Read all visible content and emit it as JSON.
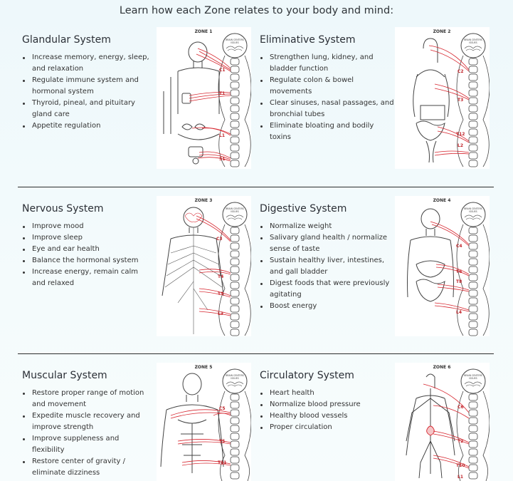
{
  "intro": "Learn how each Zone relates to your body and mind:",
  "colors": {
    "nerve": "#d6252e",
    "outline": "#444444",
    "separator": "#2d2d2d"
  },
  "brain_label": [
    "BRAIN CENTERS",
    "ISSUES"
  ],
  "zones": [
    {
      "title": "Glandular System",
      "zone_label": "ZONE 1",
      "benefits": [
        "Increase memory, energy, sleep, and relaxation",
        "Regulate immune system and hormonal system",
        "Thyroid, pineal, and pituitary gland care",
        "Appetite regulation"
      ],
      "vertebrae": [
        "C1",
        "T1",
        "L1",
        "S1"
      ]
    },
    {
      "title": "Eliminative System",
      "zone_label": "ZONE 2",
      "benefits": [
        "Strengthen lung, kidney, and bladder function",
        "Regulate colon & bowel movements",
        "Clear sinuses, nasal passages, and bronchial tubes",
        "Eliminate bloating and bodily toxins"
      ],
      "vertebrae": [
        "C2",
        "T3",
        "T12",
        "L2"
      ]
    },
    {
      "title": "Nervous System",
      "zone_label": "ZONE 3",
      "benefits": [
        "Improve mood",
        "Improve sleep",
        "Eye and ear health",
        "Balance the hormonal system",
        "Increase energy, remain calm and relaxed"
      ],
      "vertebrae": [
        "C3",
        "T4",
        "T9",
        "L3"
      ]
    },
    {
      "title": "Digestive System",
      "zone_label": "ZONE 4",
      "benefits": [
        "Normalize weight",
        "Salivary gland health / normalize sense of taste",
        "Sustain healthy liver, intestines, and gall bladder",
        "Digest foods that were previously agitating",
        "Boost energy"
      ],
      "vertebrae": [
        "C4",
        "T6",
        "T8",
        "L4"
      ]
    },
    {
      "title": "Muscular System",
      "zone_label": "ZONE 5",
      "benefits": [
        "Restore proper range of motion and movement",
        "Expedite muscle recovery and improve strength",
        "Improve suppleness and flexibility",
        "Restore center of gravity / eliminate dizziness"
      ],
      "vertebrae": [
        "C5",
        "T5",
        "T11"
      ]
    },
    {
      "title": "Circulatory System",
      "zone_label": "ZONE 6",
      "benefits": [
        "Heart health",
        "Normalize blood pressure",
        "Healthy blood vessels",
        "Proper circulation"
      ],
      "vertebrae": [
        "C6",
        "T2",
        "T10",
        "L1"
      ]
    }
  ]
}
